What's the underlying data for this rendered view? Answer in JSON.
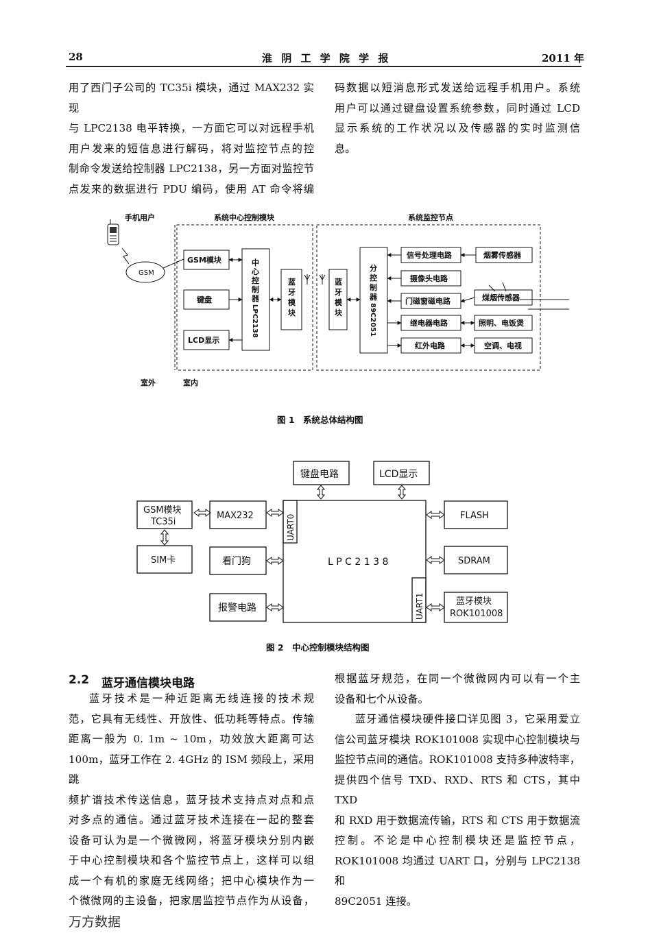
{
  "header": {
    "page_number": "28",
    "journal": "淮 阴 工 学 院 学 报",
    "year": "2011 年"
  },
  "top_left_lines": [
    "用了西门子公司的 TC35i 模块，通过 MAX232 实现",
    "与 LPC2138 电平转换，一方面它可以对远程手机",
    "用户发来的短信息进行解码，将对监控节点的控",
    "制命令发送给控制器 LPC2138，另一方面对监控节",
    "点发来的数据进行 PDU 编码，使用 AT 命令将编"
  ],
  "top_right_lines": [
    "码数据以短消息形式发送给远程手机用户。系统",
    "用户可以通过键盘设置系统参数，同时通过 LCD",
    "显示系统的工作状况以及传感器的实时监测信",
    "息。"
  ],
  "figure1": {
    "caption": "图 1　系统总体结构图",
    "phone_user": "手机用户",
    "gsm": "GSM",
    "central_title": "系统中心控制模块",
    "node_title": "系统监控节点",
    "gsm_module": "GSM模块",
    "keyboard": "键盘",
    "lcd": "LCD显示",
    "lpc_chars": [
      "中",
      "心",
      "控",
      "制",
      "器",
      "LPC2138"
    ],
    "bt_left_chars": [
      "蓝",
      "牙",
      "模",
      "块"
    ],
    "bt_right_chars": [
      "蓝",
      "牙",
      "模",
      "块"
    ],
    "sub_ctrl_chars": [
      "分",
      "控",
      "制",
      "器",
      "89C2051"
    ],
    "circuits": [
      "信号处理电路",
      "摄像头电路",
      "门磁窗磁电路",
      "继电器电路",
      "红外电路"
    ],
    "devices": [
      "烟雾传感器",
      "煤烟传感器",
      "照明、电饭煲",
      "空调、电视"
    ],
    "outdoor": "室外",
    "indoor": "室内"
  },
  "figure2": {
    "caption": "图 2　中心控制模块结构图",
    "keyboard_circuit": "键盘电路",
    "lcd_display": "LCD显示",
    "gsm_line1": "GSM模块",
    "gsm_line2": "TC35i",
    "max232": "MAX232",
    "sim": "SIM卡",
    "watchdog": "看门狗",
    "alarm": "报警电路",
    "lpc": "L P C 2 1 3 8",
    "uart0": "UART0",
    "uart1": "UART1",
    "flash": "FLASH",
    "sdram": "SDRAM",
    "bt_line1": "蓝牙模块",
    "bt_line2": "ROK101008"
  },
  "section": {
    "number": "2.2",
    "title": "蓝牙通信模块电路"
  },
  "bottom_left_lines": [
    "蓝牙技术是一种近距离无线连接的技术规",
    "范，它具有无线性、开放性、低功耗等特点。传输",
    "距离一般为 0. 1m ~ 10m，功效放大距离可达",
    "100m，蓝牙工作在 2. 4GHz 的 ISM 频段上，采用跳",
    "频扩谱技术传送信息，蓝牙技术支持点对点和点",
    "对多点的通信。通过蓝牙技术连接在一起的整套",
    "设备可认为是一个微微网，将蓝牙模块分别内嵌",
    "于中心控制模块和各个监控节点上，这样可以组",
    "成一个有机的家庭无线网络；把中心模块作为一",
    "个微微网的主设备，把家居监控节点作为从设备，"
  ],
  "bottom_right_lines": [
    "根据蓝牙规范，在同一个微微网内可以有一个主",
    "设备和七个从设备。",
    "蓝牙通信模块硬件接口详见图 3，它采用爱立",
    "信公司蓝牙模块 ROK101008 实现中心控制模块与",
    "监控节点间的通信。ROK101008 支持多种波特率，",
    "提供四个信号 TXD、RXD、RTS 和 CTS，其中 TXD",
    "和 RXD 用于数据流传输，RTS 和 CTS 用于数据流",
    "控制。不论是中心控制模块还是监控节点，",
    "ROK101008 均通过 UART 口，分别与 LPC2138 和",
    "89C2051 连接。"
  ],
  "watermark": "万方数据"
}
